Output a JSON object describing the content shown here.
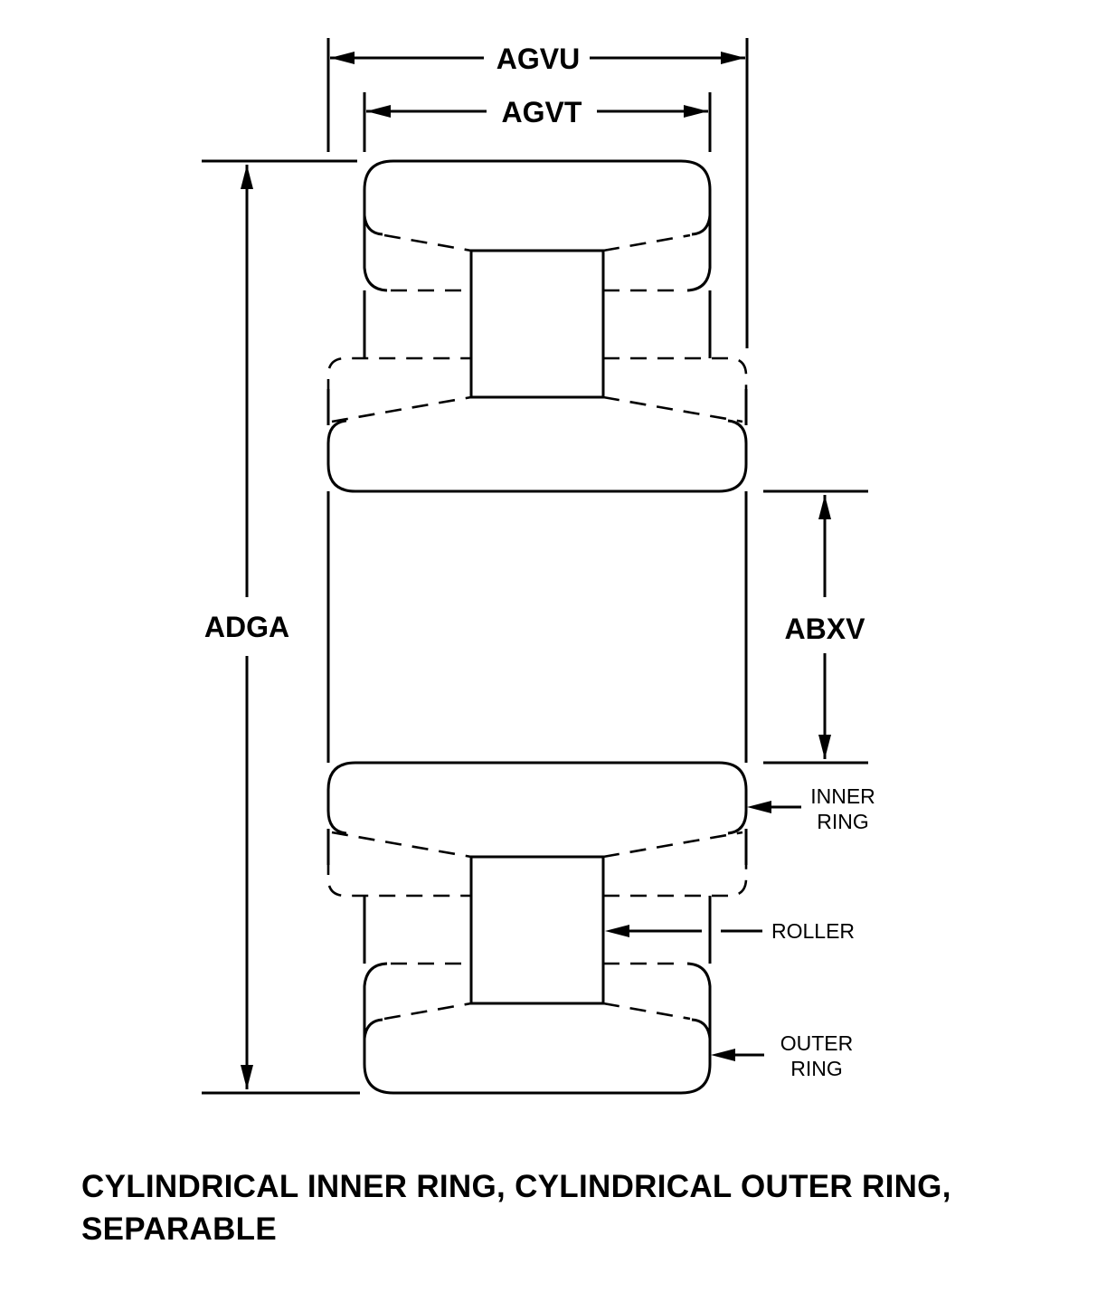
{
  "dimensions": {
    "outer_width": "AGVU",
    "inner_width": "AGVT",
    "overall_height": "ADGA",
    "bore": "ABXV"
  },
  "callouts": {
    "inner_ring": [
      "INNER",
      "RING"
    ],
    "roller": "ROLLER",
    "outer_ring": [
      "OUTER",
      "RING"
    ]
  },
  "caption": {
    "line1": "CYLINDRICAL INNER RING, CYLINDRICAL OUTER RING,",
    "line2": "SEPARABLE"
  }
}
